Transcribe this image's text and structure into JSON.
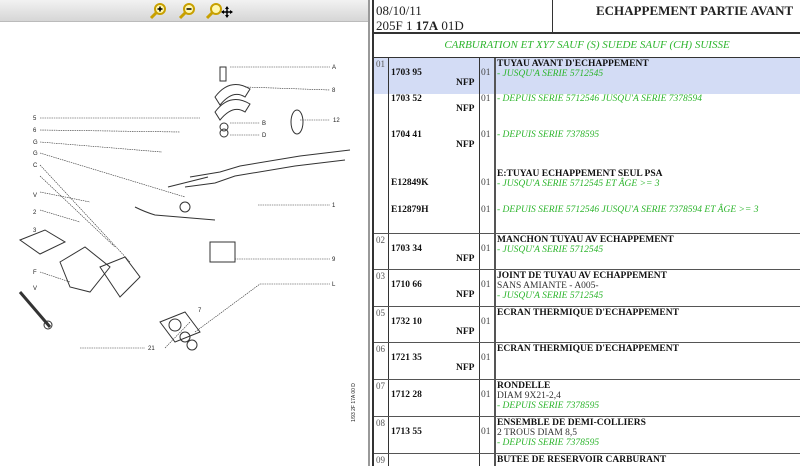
{
  "toolbar": {
    "zoom_in": "zoom-in-icon",
    "zoom_out": "zoom-out-icon",
    "zoom_fit": "zoom-move-icon"
  },
  "diagram": {
    "labels": [
      "A",
      "8",
      "B",
      "D",
      "12",
      "5",
      "6",
      "G",
      "G",
      "C",
      "V",
      "2",
      "3",
      "1",
      "9",
      "F",
      "V",
      "L",
      "7",
      "21"
    ],
    "reference": "1/93 2F 17A 00 D"
  },
  "header": {
    "date": "08/10/11",
    "code_prefix": "205F 1 ",
    "code_bold": "17A",
    "code_suffix": " 01D",
    "title": "ECHAPPEMENT PARTIE AVANT"
  },
  "subtitle": "CARBURATION ET XY7 SAUF (S) SUEDE SAUF (CH) SUISSE",
  "rows": [
    {
      "num": "01",
      "title": "TUYAU AVANT D'ECHAPPEMENT",
      "parts": [
        {
          "pn": "1703 95",
          "nfp": "NFP",
          "qty": "01",
          "note": "- JUSQU'A SERIE 5712545"
        },
        {
          "pn": "1703 52",
          "nfp": "NFP",
          "qty": "01",
          "note": "- DEPUIS SERIE 5712546 JUSQU'A SERIE 7378594"
        },
        {
          "pn": "1704 41",
          "nfp": "NFP",
          "qty": "01",
          "note": "- DEPUIS SERIE 7378595"
        },
        {
          "pn": "E12849K",
          "qty": "01",
          "title": "E:TUYAU ECHAPPEMENT SEUL PSA",
          "note": "- JUSQU'A SERIE 5712545 ET ÂGE >= 3"
        },
        {
          "pn": "E12879H",
          "qty": "01",
          "note": "- DEPUIS SERIE 5712546 JUSQU'A SERIE 7378594 ET ÂGE >= 3"
        }
      ]
    },
    {
      "num": "02",
      "pn": "1703 34",
      "nfp": "NFP",
      "qty": "01",
      "title": "MANCHON TUYAU AV ECHAPPEMENT",
      "note": "- JUSQU'A SERIE 5712545"
    },
    {
      "num": "03",
      "pn": "1710 66",
      "nfp": "NFP",
      "qty": "01",
      "title": "JOINT DE TUYAU AV ECHAPPEMENT",
      "detail": "SANS AMIANTE - A005-",
      "note": "- JUSQU'A SERIE 5712545"
    },
    {
      "num": "05",
      "pn": "1732 10",
      "nfp": "NFP",
      "qty": "01",
      "title": "ECRAN THERMIQUE D'ECHAPPEMENT"
    },
    {
      "num": "06",
      "pn": "1721 35",
      "nfp": "NFP",
      "qty": "01",
      "title": "ECRAN THERMIQUE D'ECHAPPEMENT"
    },
    {
      "num": "07",
      "pn": "1712 28",
      "qty": "01",
      "title": "RONDELLE",
      "detail": "DIAM 9X21-2,4",
      "note": "- DEPUIS SERIE 7378595"
    },
    {
      "num": "08",
      "pn": "1713 55",
      "qty": "01",
      "title": "ENSEMBLE DE DEMI-COLLIERS",
      "detail": "2 TROUS DIAM 8,5",
      "note": "- DEPUIS SERIE 7378595"
    },
    {
      "num": "09",
      "title": "BUTEE DE RESERVOIR CARBURANT"
    }
  ]
}
